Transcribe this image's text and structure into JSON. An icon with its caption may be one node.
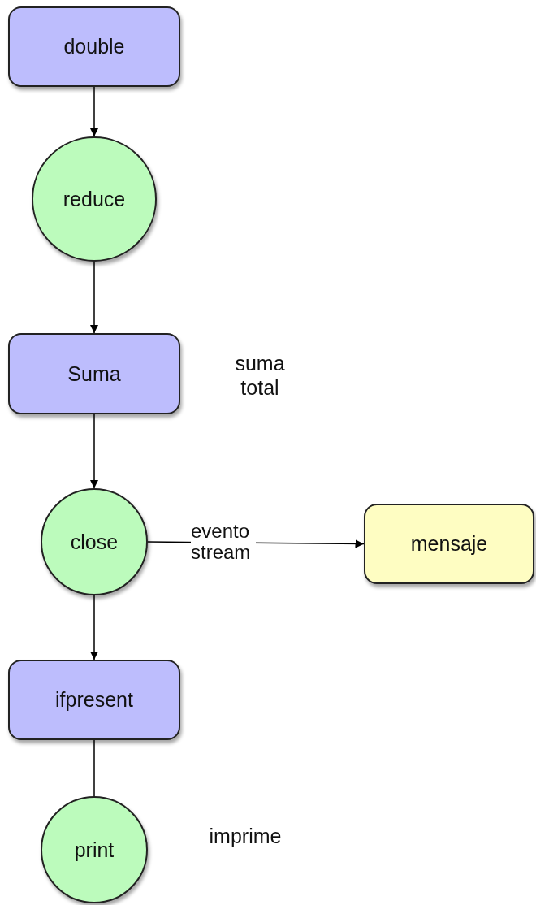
{
  "diagram": {
    "nodes": [
      {
        "text": [
          "double"
        ]
      },
      {
        "text": [
          "reduce"
        ]
      },
      {
        "text": [
          "Suma"
        ],
        "beside": [
          "suma total"
        ]
      },
      {
        "text": [
          "close"
        ]
      },
      {
        "text": [
          "mensaje"
        ]
      },
      {
        "text": [
          "ifpresent"
        ]
      },
      {
        "text": [
          "print"
        ],
        "beside": [
          "imprime"
        ]
      }
    ],
    "edges": [
      {
        "from": 0,
        "to": 1,
        "arrow": "to"
      },
      {
        "from": 1,
        "to": 2,
        "arrow": "to"
      },
      {
        "from": 2,
        "to": 3,
        "arrow": "to"
      },
      {
        "from": 3,
        "to": 4,
        "arrow": "to",
        "label": "evento stream"
      },
      {
        "from": 3,
        "to": 5,
        "arrow": "to"
      },
      {
        "from": 5,
        "to": 6,
        "arrow": "none"
      }
    ]
  }
}
